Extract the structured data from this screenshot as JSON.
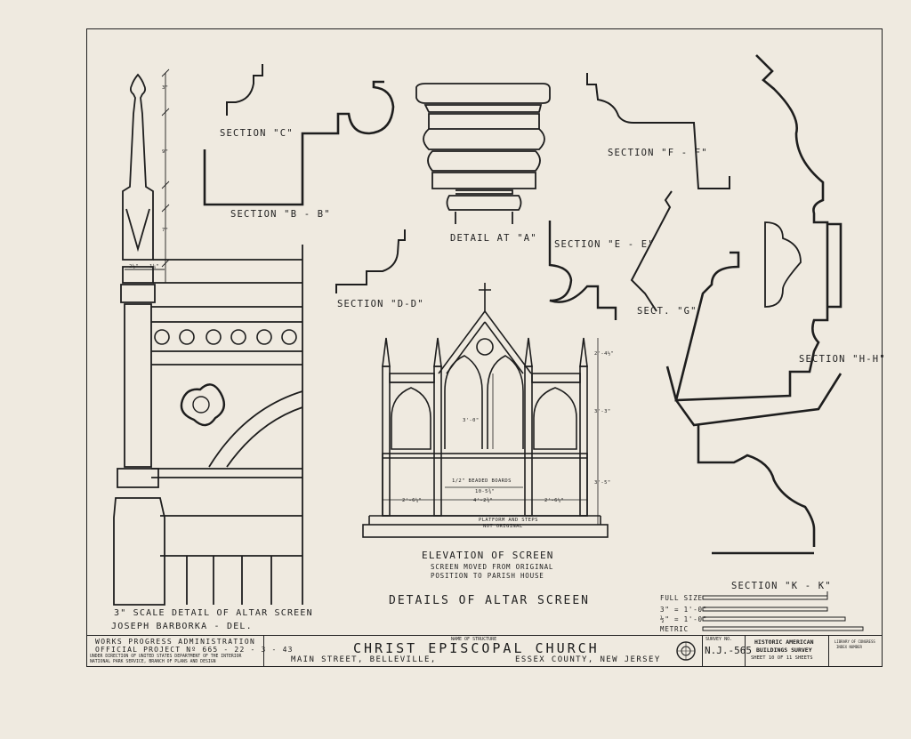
{
  "drawing": {
    "main_title": "DETAILS OF ALTAR SCREEN",
    "sections": {
      "c": "SECTION \"C\"",
      "bb": "SECTION \"B - B\"",
      "detail_a": "DETAIL AT \"A\"",
      "ff": "SECTION \"F - F\"",
      "ee": "SECTION \"E - E\"",
      "dd": "SECTION \"D-D\"",
      "g": "SECT. \"G\"",
      "hh": "SECTION \"H-H\"",
      "kk": "SECTION \"K - K\""
    },
    "elevation": {
      "title": "ELEVATION OF SCREEN",
      "note_line1": "SCREEN MOVED FROM ORIGINAL",
      "note_line2": "POSITION TO PARISH HOUSE",
      "platform_note1": "PLATFORM AND STEPS",
      "platform_note2": "NOT ORIGINAL",
      "beaded": "1/2\" BEADED BOARDS",
      "dims": [
        "10-5¾\"",
        "2'-6¼\"",
        "4'-2¾\"",
        "2'-6¼\"",
        "3'-0\"",
        "3'-3\"",
        "3'-5\"",
        "2'-4½\""
      ]
    },
    "scale_detail": {
      "title": "3\" SCALE DETAIL OF ALTAR SCREEN",
      "delineator": "JOSEPH BARBORKA - DEL.",
      "dims": [
        "3\"",
        "9\"",
        "2½\"",
        "1¼\"",
        "7\""
      ]
    },
    "scale_bars": {
      "full": "FULL SIZE",
      "three_inch": "3\" = 1'-0\"",
      "half_inch": "½\" = 1'-0\"",
      "metric": "METRIC"
    }
  },
  "title_block": {
    "agency_line1": "WORKS PROGRESS ADMINISTRATION",
    "agency_line2": "OFFICIAL PROJECT Nº 665 - 22 - 3 - 43",
    "agency_line3": "UNDER DIRECTION OF UNITED STATES DEPARTMENT OF THE INTERIOR",
    "agency_line4": "NATIONAL PARK SERVICE, BRANCH OF PLANS AND DESIGN",
    "name_label": "NAME OF STRUCTURE",
    "structure_name": "CHRIST EPISCOPAL CHURCH",
    "address": "MAIN STREET, BELLEVILLE,",
    "county": "ESSEX COUNTY, NEW JERSEY",
    "survey_label": "SURVEY NO.",
    "survey_no": "N.J.-565",
    "habs_line1": "HISTORIC AMERICAN",
    "habs_line2": "BUILDINGS SURVEY",
    "sheet": "SHEET 10 OF 11 SHEETS",
    "loc_line1": "LIBRARY OF CONGRESS",
    "loc_line2": "INDEX NUMBER"
  }
}
